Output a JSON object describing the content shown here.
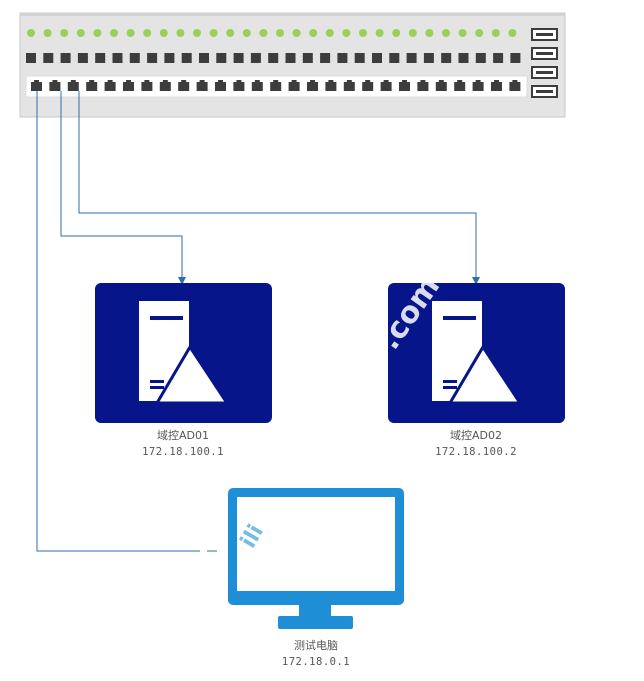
{
  "colors": {
    "switch_body": "#e6e6e6",
    "switch_panel": "#f2f2f2",
    "led_green": "#9ccf5a",
    "port_dark": "#3d3d3d",
    "line_blue": "#2e6fa8",
    "server_bg": "#06168a",
    "monitor_blue": "#1e8fd6",
    "label_text": "#555555"
  },
  "switch": {
    "name": "network-switch",
    "led_count": 30,
    "upper_port_count": 29,
    "lower_port_count": 27,
    "uplink_port_count": 4
  },
  "nodes": {
    "ad01": {
      "name": "域控AD01",
      "ip": "172.18.100.1",
      "icon": "server-icon"
    },
    "ad02": {
      "name": "域控AD02",
      "ip": "172.18.100.2",
      "icon": "server-icon"
    },
    "pc": {
      "name": "测试电脑",
      "ip": "172.18.0.1",
      "icon": "monitor-icon"
    }
  },
  "watermarks": {
    "mark1": ".com",
    "mark2": "ili"
  }
}
